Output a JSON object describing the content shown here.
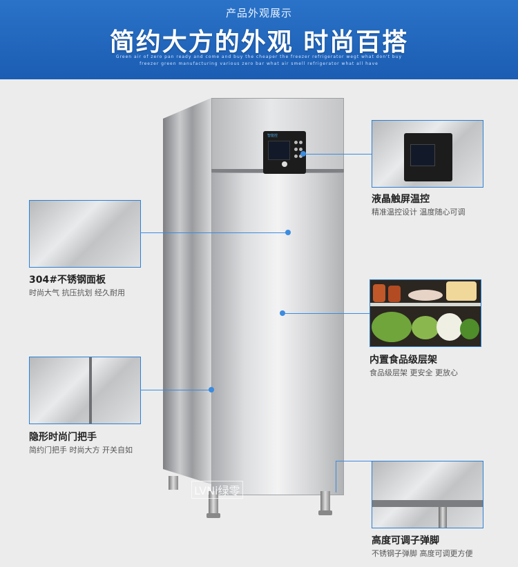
{
  "header": {
    "subtitle": "产品外观展示",
    "title": "简约大方的外观 时尚百搭",
    "en_line1": "Green air of zero pan ready and come and buy the cheaper the freezer refrigerator wegt what don't buy",
    "en_line2": "freezer green manufacturing various zero bar what air smell refrigerator what all have"
  },
  "fridge": {
    "watermark": "LVNi绿零",
    "panel_brand": "智能控"
  },
  "features": {
    "panel": {
      "label": "304#不锈钢面板",
      "desc": "时尚大气 抗压抗划 经久耐用"
    },
    "handle": {
      "label": "隐形时尚门把手",
      "desc": "简约门把手 时尚大方 开关自如"
    },
    "lcd": {
      "label": "液晶触屏温控",
      "desc": "精准温控设计 温度随心可调"
    },
    "shelf": {
      "label": "内置食品级层架",
      "desc": "食品级层架 更安全 更放心"
    },
    "feet": {
      "label": "高度可调子弹脚",
      "desc": "不锈钢子弹脚 高度可调更方便"
    }
  },
  "colors": {
    "header": "#1b5db3",
    "accent": "#3b8be0"
  }
}
